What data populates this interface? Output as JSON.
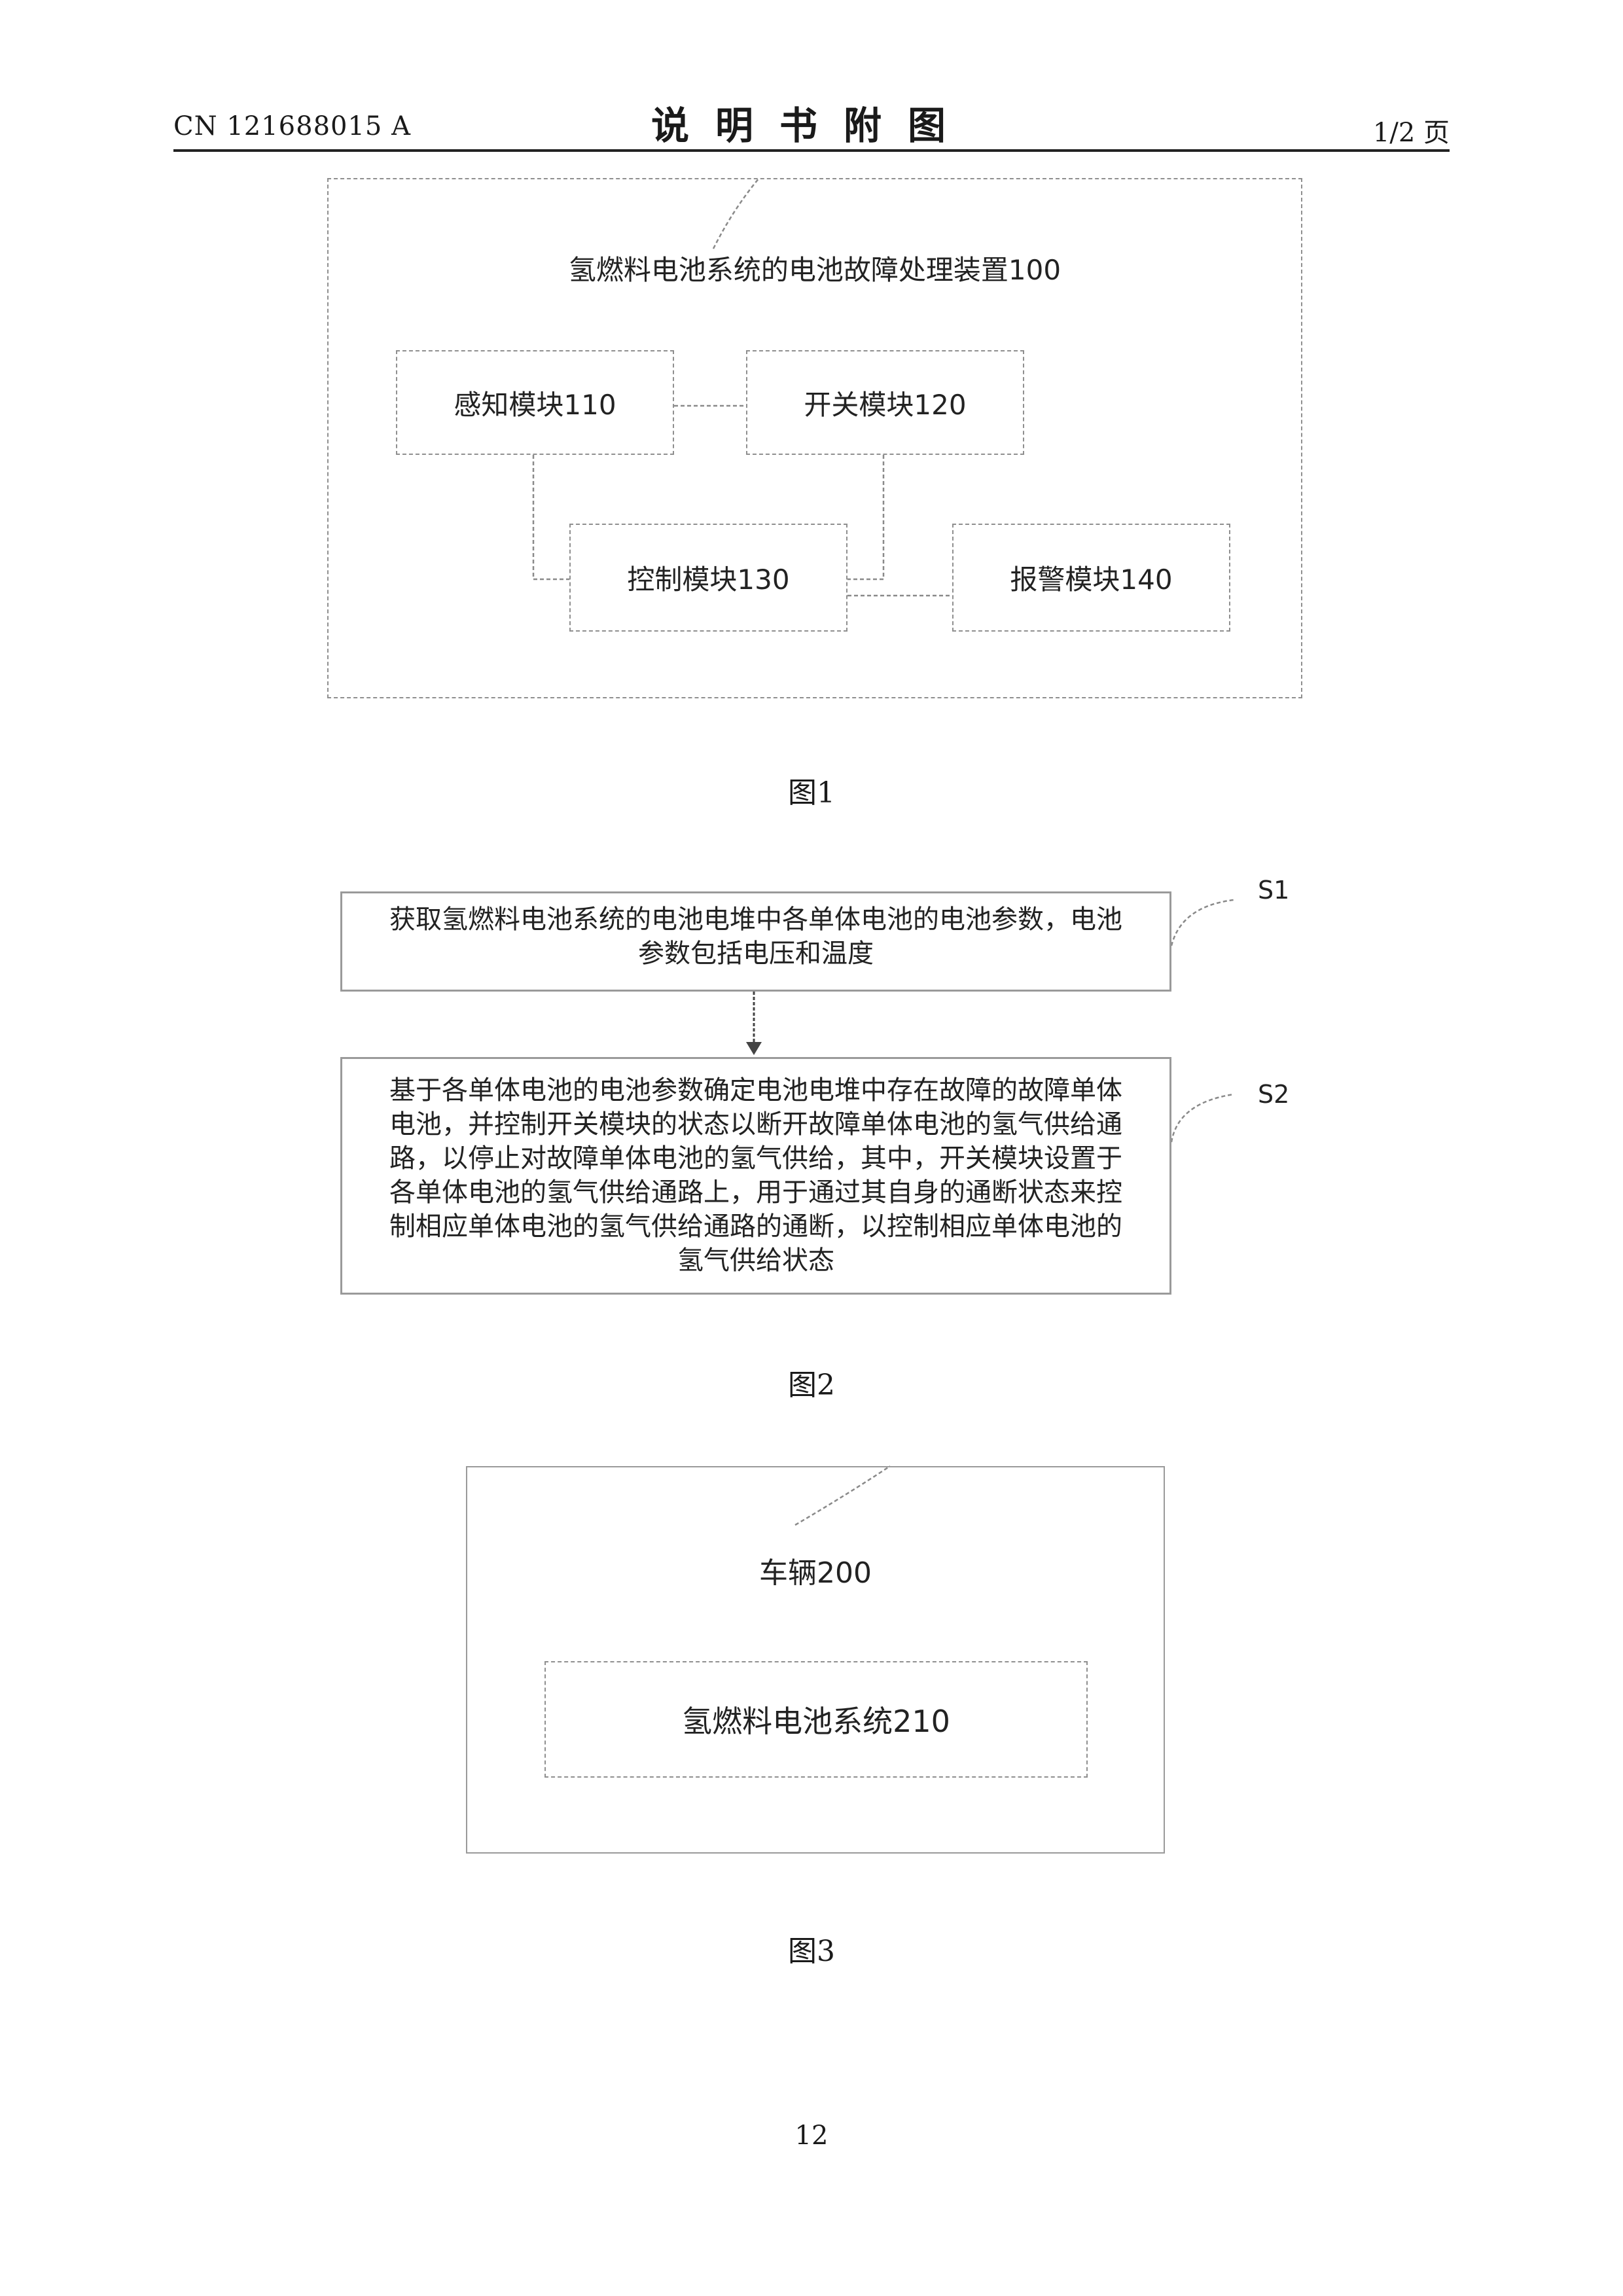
{
  "header": {
    "publication_number": "CN 121688015 A",
    "title": "说明书附图",
    "page_indicator": "1/2 页"
  },
  "figure1": {
    "device_label": "氢燃料电池系统的电池故障处理装置100",
    "modules": {
      "sensing": "感知模块110",
      "switch": "开关模块120",
      "control": "控制模块130",
      "alarm": "报警模块140"
    },
    "caption": "图1"
  },
  "figure2": {
    "steps": [
      {
        "label": "S1",
        "line1": "获取氢燃料电池系统的电池电堆中各单体电池的电池参数，电池",
        "line2": "参数包括电压和温度"
      },
      {
        "label": "S2",
        "line1": "基于各单体电池的电池参数确定电池电堆中存在故障的故障单体",
        "line2": "电池，并控制开关模块的状态以断开故障单体电池的氢气供给通",
        "line3": "路，以停止对故障单体电池的氢气供给，其中，开关模块设置于",
        "line4": "各单体电池的氢气供给通路上，用于通过其自身的通断状态来控",
        "line5": "制相应单体电池的氢气供给通路的通断，以控制相应单体电池的",
        "line6": "氢气供给状态"
      }
    ],
    "caption": "图2"
  },
  "figure3": {
    "vehicle_label": "车辆200",
    "system_label": "氢燃料电池系统210",
    "caption": "图3"
  },
  "footer": {
    "page_number": "12"
  }
}
